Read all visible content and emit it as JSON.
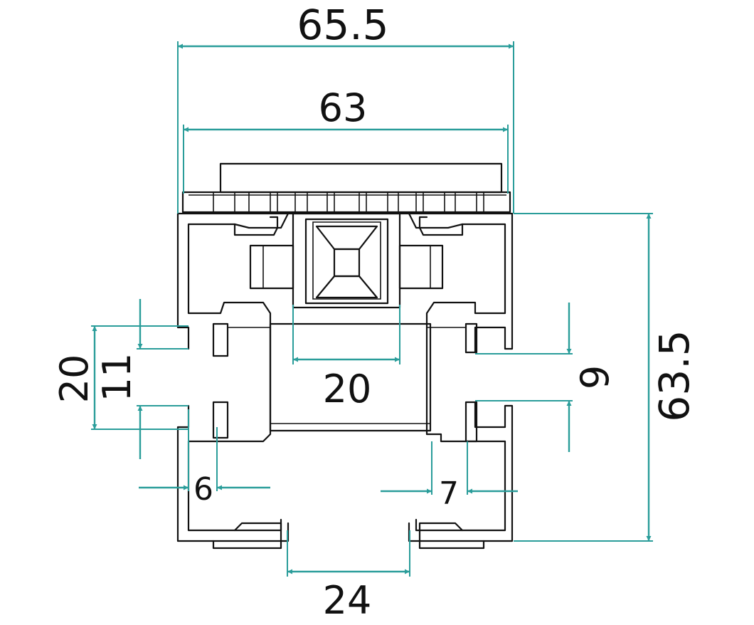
{
  "drawing": {
    "colors": {
      "dimension": "#2a9d9a",
      "outline": "#111111",
      "background": "#ffffff"
    },
    "dimensions": {
      "overall_width": "65.5",
      "top_width": "63",
      "overall_height": "63.5",
      "center_channel_width": "20",
      "bottom_opening_width": "24",
      "left_slot_outer": "20",
      "left_slot_inner": "11",
      "right_slot_height": "9",
      "left_wall_thickness": "6",
      "right_wall_thickness": "7"
    }
  }
}
